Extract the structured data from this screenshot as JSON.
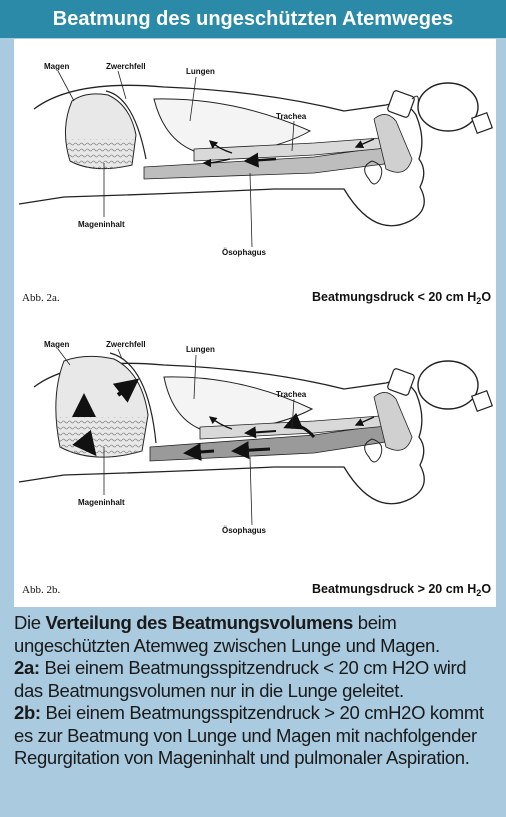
{
  "header": {
    "title": "Beatmung des ungeschützten Atemweges"
  },
  "figure_a": {
    "labels": {
      "magen": "Magen",
      "zwerchfell": "Zwerchfell",
      "lungen": "Lungen",
      "trachea": "Trachea",
      "mageninhalt": "Mageninhalt",
      "oesophagus": "Ösophagus"
    },
    "abb": "Abb. 2a.",
    "pressure_prefix": "Beatmungsdruck < 20 cm H",
    "pressure_sub": "2",
    "pressure_suffix": "O"
  },
  "figure_b": {
    "labels": {
      "magen": "Magen",
      "zwerchfell": "Zwerchfell",
      "lungen": "Lungen",
      "trachea": "Trachea",
      "mageninhalt": "Mageninhalt",
      "oesophagus": "Ösophagus"
    },
    "abb": "Abb. 2b.",
    "pressure_prefix": "Beatmungsdruck > 20 cm H",
    "pressure_sub": "2",
    "pressure_suffix": "O"
  },
  "caption": {
    "p1_pre": "Die ",
    "p1_bold": "Verteilung des Beatmungsvolumens",
    "p1_post": " beim ungeschützten Atemweg zwischen Lunge und Magen.",
    "p2_bold": "2a:",
    "p2_text": " Bei einem Beatmungsspitzendruck < 20 cm H2O wird das Beatmungsvolumen nur in die Lunge geleitet.",
    "p3_bold": "2b:",
    "p3_text": " Bei einem Beatmungsspitzendruck > 20 cmH2O kommt es zur Beatmung von Lunge und Magen mit nachfolgender Regurgitation von Mageninhalt und pulmonaler Aspiration."
  }
}
